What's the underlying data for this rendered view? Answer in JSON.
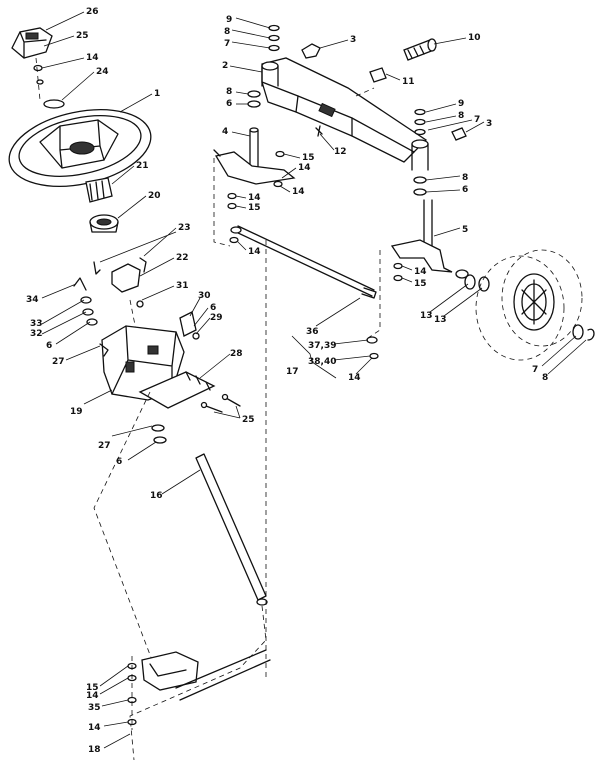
{
  "diagram": {
    "callouts": [
      {
        "id": "c26",
        "text": "26"
      },
      {
        "id": "c25a",
        "text": "25"
      },
      {
        "id": "c14a",
        "text": "14"
      },
      {
        "id": "c24",
        "text": "24"
      },
      {
        "id": "c1",
        "text": "1"
      },
      {
        "id": "c21",
        "text": "21"
      },
      {
        "id": "c20",
        "text": "20"
      },
      {
        "id": "c23",
        "text": "23"
      },
      {
        "id": "c22",
        "text": "22"
      },
      {
        "id": "c31",
        "text": "31"
      },
      {
        "id": "c34",
        "text": "34"
      },
      {
        "id": "c33",
        "text": "33"
      },
      {
        "id": "c32",
        "text": "32"
      },
      {
        "id": "c6a",
        "text": "6"
      },
      {
        "id": "c27a",
        "text": "27"
      },
      {
        "id": "c30",
        "text": "30"
      },
      {
        "id": "c6b",
        "text": "6"
      },
      {
        "id": "c29",
        "text": "29"
      },
      {
        "id": "c28",
        "text": "28"
      },
      {
        "id": "c19",
        "text": "19"
      },
      {
        "id": "c25b",
        "text": "25"
      },
      {
        "id": "c27b",
        "text": "27"
      },
      {
        "id": "c6c",
        "text": "6"
      },
      {
        "id": "c16",
        "text": "16"
      },
      {
        "id": "c15a",
        "text": "15"
      },
      {
        "id": "c14b",
        "text": "14"
      },
      {
        "id": "c35",
        "text": "35"
      },
      {
        "id": "c14c",
        "text": "14"
      },
      {
        "id": "c18",
        "text": "18"
      },
      {
        "id": "c9a",
        "text": "9"
      },
      {
        "id": "c8a",
        "text": "8"
      },
      {
        "id": "c7a",
        "text": "7"
      },
      {
        "id": "c3a",
        "text": "3"
      },
      {
        "id": "c10",
        "text": "10"
      },
      {
        "id": "c2",
        "text": "2"
      },
      {
        "id": "c11",
        "text": "11"
      },
      {
        "id": "c8b",
        "text": "8"
      },
      {
        "id": "c6d",
        "text": "6"
      },
      {
        "id": "c4",
        "text": "4"
      },
      {
        "id": "c12",
        "text": "12"
      },
      {
        "id": "c15b",
        "text": "15"
      },
      {
        "id": "c14d",
        "text": "14"
      },
      {
        "id": "c14e",
        "text": "14"
      },
      {
        "id": "c14f",
        "text": "14"
      },
      {
        "id": "c15c",
        "text": "15"
      },
      {
        "id": "c14g",
        "text": "14"
      },
      {
        "id": "c9b",
        "text": "9"
      },
      {
        "id": "c8c",
        "text": "8"
      },
      {
        "id": "c7b",
        "text": "7"
      },
      {
        "id": "c3b",
        "text": "3"
      },
      {
        "id": "c8d",
        "text": "8"
      },
      {
        "id": "c6e",
        "text": "6"
      },
      {
        "id": "c5",
        "text": "5"
      },
      {
        "id": "c14h",
        "text": "14"
      },
      {
        "id": "c15d",
        "text": "15"
      },
      {
        "id": "c13a",
        "text": "13"
      },
      {
        "id": "c13b",
        "text": "13"
      },
      {
        "id": "c36",
        "text": "36"
      },
      {
        "id": "c3739",
        "text": "37,39"
      },
      {
        "id": "c3840",
        "text": "38,40"
      },
      {
        "id": "c17",
        "text": "17"
      },
      {
        "id": "c14i",
        "text": "14"
      },
      {
        "id": "c7c",
        "text": "7"
      },
      {
        "id": "c8e",
        "text": "8"
      }
    ]
  }
}
